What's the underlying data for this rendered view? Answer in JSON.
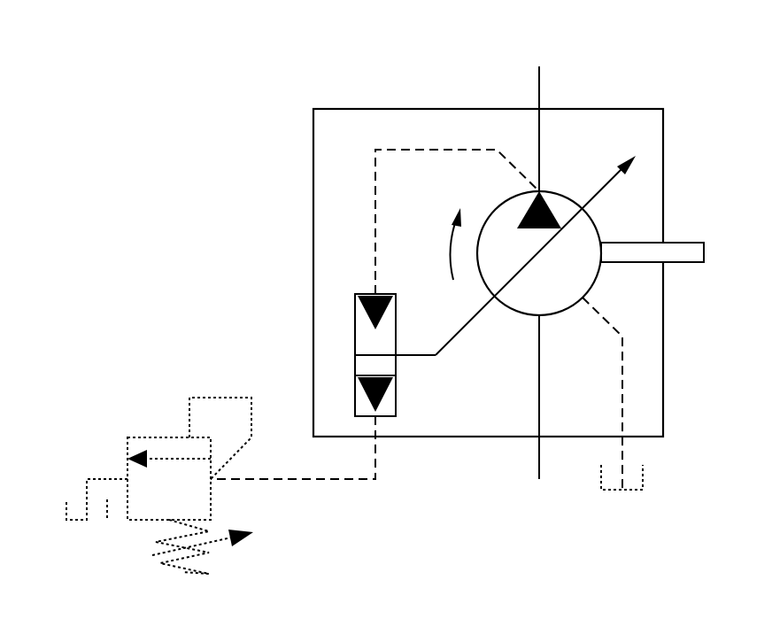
{
  "diagram": {
    "kind": "hydraulic-schematic",
    "components": [
      {
        "name": "variable-displacement-pump",
        "symbol": "circle-with-triangle-and-diagonal-arrow"
      },
      {
        "name": "rotation-direction",
        "symbol": "curved-arrow"
      },
      {
        "name": "drive-shaft",
        "symbol": "rectangle"
      },
      {
        "name": "control-valve",
        "symbol": "two-position-cell-with-triangles"
      },
      {
        "name": "pressure-relief-valve",
        "symbol": "dotted-valve-with-spring"
      },
      {
        "name": "drain-tank",
        "symbol": "dotted-open-box"
      }
    ],
    "colors": {
      "stroke": "#000000",
      "fill": "#000000",
      "background": "#ffffff"
    }
  }
}
